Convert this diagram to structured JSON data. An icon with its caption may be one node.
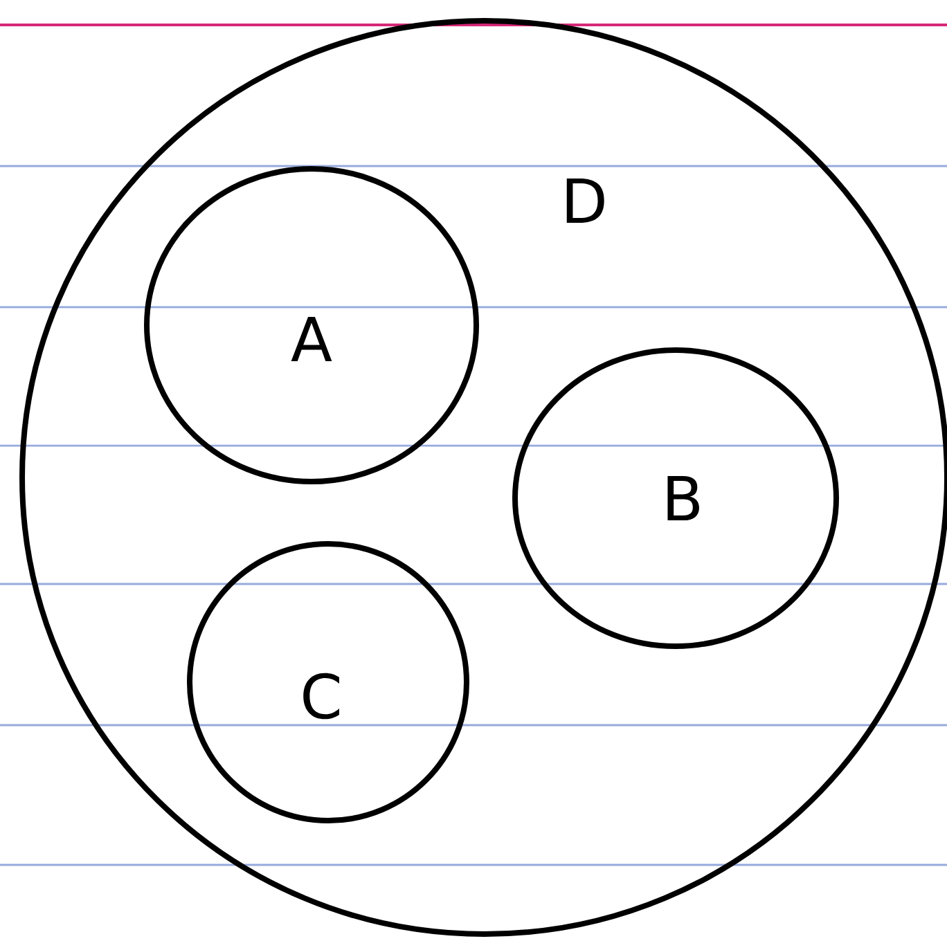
{
  "diagram": {
    "nodes": [
      {
        "text": [
          "D"
        ]
      },
      {
        "text": [
          "A"
        ],
        "in": 0
      },
      {
        "text": [
          "B"
        ],
        "in": 0
      },
      {
        "text": [
          "C"
        ],
        "in": 0
      }
    ]
  }
}
